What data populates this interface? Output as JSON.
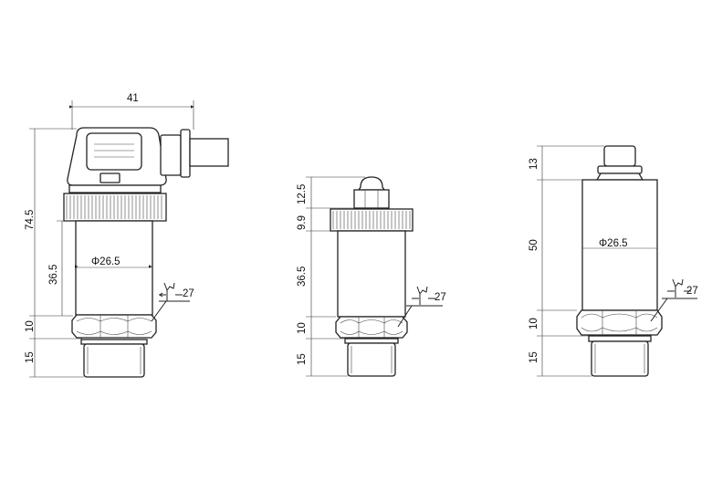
{
  "drawings": [
    {
      "name": "pressure-transmitter-with-din-connector",
      "dimensions": {
        "width": "41",
        "total_height": "74.5",
        "body_height": "36.5",
        "hex_height": "10",
        "thread_height": "15",
        "diameter": "Φ26.5",
        "wrench_size": "27"
      }
    },
    {
      "name": "pressure-transmitter-with-cable-gland",
      "dimensions": {
        "gland_height": "12.5",
        "knurl_height": "9.9",
        "body_height": "36.5",
        "hex_height": "10",
        "thread_height": "15",
        "wrench_size": "27"
      }
    },
    {
      "name": "pressure-transmitter-with-m12-connector",
      "dimensions": {
        "connector_height": "13",
        "body_height": "50",
        "hex_height": "10",
        "thread_height": "15",
        "diameter": "Φ26.5",
        "wrench_size": "27"
      }
    }
  ]
}
